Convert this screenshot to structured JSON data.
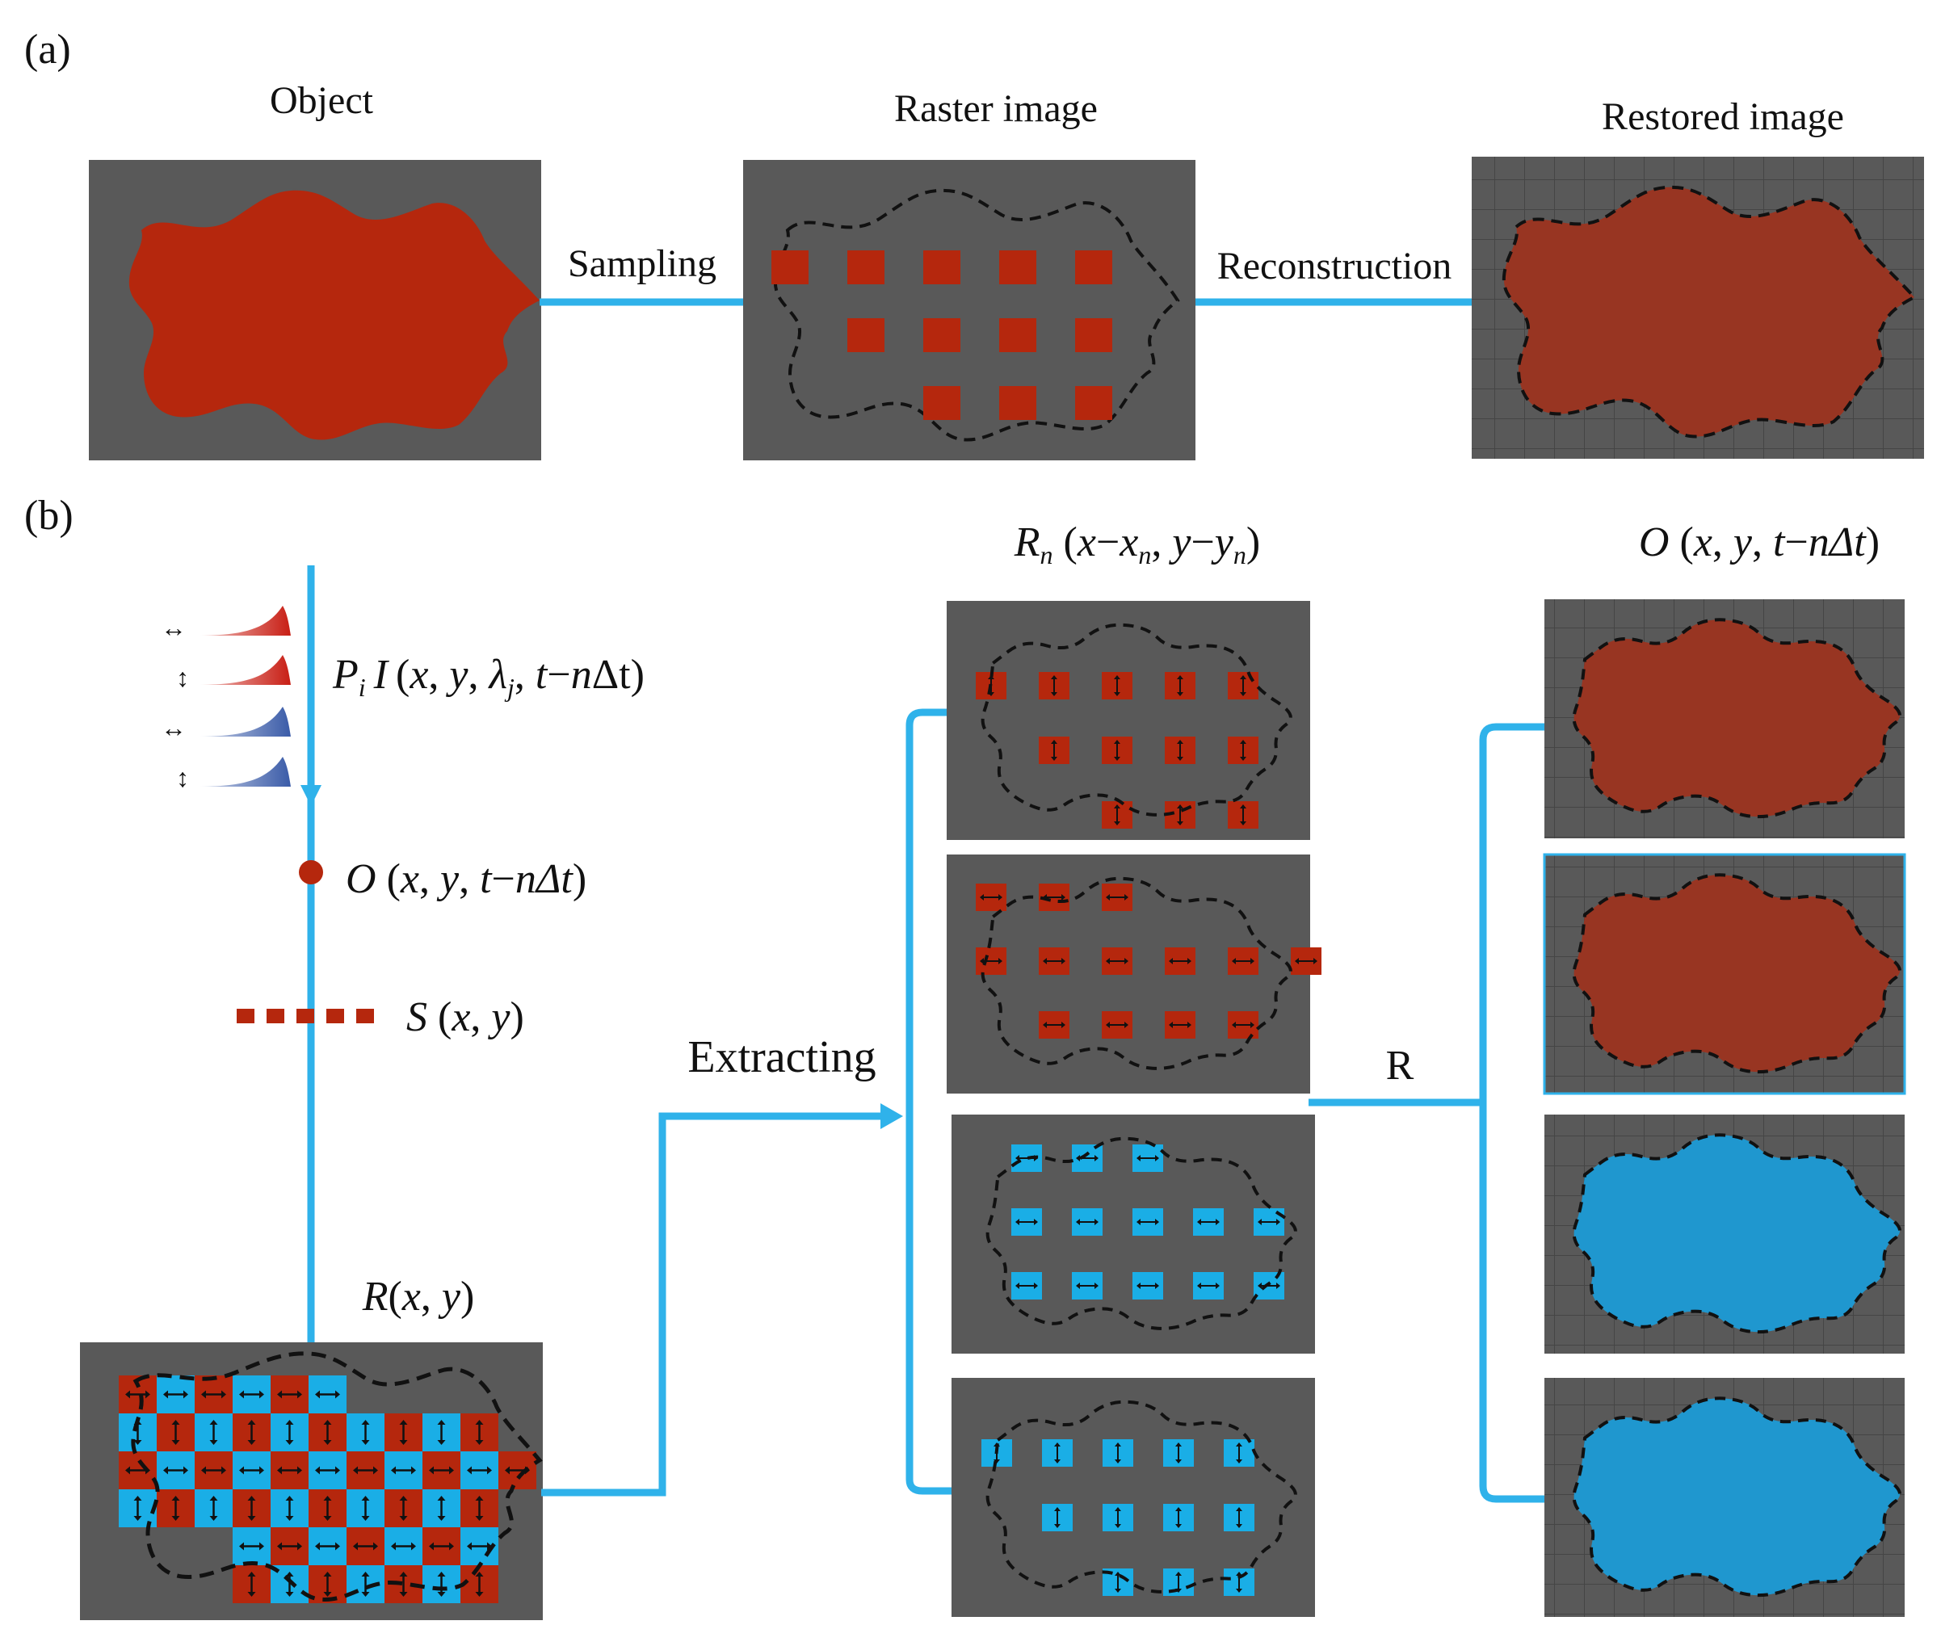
{
  "colors": {
    "panel_bg": "#595959",
    "red": "#b5270d",
    "red_fill": "#983522",
    "blue": "#1aaee6",
    "blue_fill": "#1f97cf",
    "arrow": "#2fb2ea",
    "grid": "#454545",
    "dash": "#111111",
    "pulse_red": "#c81e14",
    "pulse_blue": "#3a5ba8"
  },
  "part_a": {
    "label": "(a)",
    "object_title": "Object",
    "raster_title": "Raster image",
    "restored_title": "Restored image",
    "sampling_label": "Sampling",
    "reconstruction_label": "Reconstruction"
  },
  "part_b": {
    "label": "(b)",
    "pulse_label": {
      "P": "P",
      "i": "i",
      "I": "I",
      "open": "(",
      "x": "x",
      "comma1": ", ",
      "y": "y",
      "comma2": ", ",
      "lambda": "λ",
      "j": "j",
      "comma3": ", ",
      "t": "t",
      "minus": "−",
      "n": "n",
      "delta_t": "Δt",
      "close": ")"
    },
    "object_label": {
      "O": "O",
      "open": " (",
      "x": "x",
      "c1": ", ",
      "y": "y",
      "c2": ", ",
      "t": "t",
      "minus": "−",
      "n_delta_t": "nΔt",
      "close": ")"
    },
    "sensor_label": {
      "S": "S",
      "open": " (",
      "x": "x",
      "c1": ", ",
      "y": "y",
      "close": ")"
    },
    "raster_label": {
      "R": "R",
      "open": "(",
      "x": "x",
      "c1": ", ",
      "y": "y",
      "close": ")"
    },
    "extracting_label": "Extracting",
    "rn_label": {
      "R": "R",
      "n": "n",
      "open": " (",
      "x": "x",
      "minus1": "−",
      "xn": "x",
      "n1": "n",
      "c1": ", ",
      "y": "y",
      "minus2": "−",
      "yn": "y",
      "n2": "n",
      "close": ")"
    },
    "out_label": {
      "O": "O",
      "open": " (",
      "x": "x",
      "c1": ", ",
      "y": "y",
      "c2": ", ",
      "t": "t",
      "minus": "−",
      "n_delta_t": "nΔt",
      "close": ")"
    },
    "r_label": "R",
    "arrow_symbols": [
      "↔",
      "↕",
      "↔",
      "↕"
    ]
  }
}
